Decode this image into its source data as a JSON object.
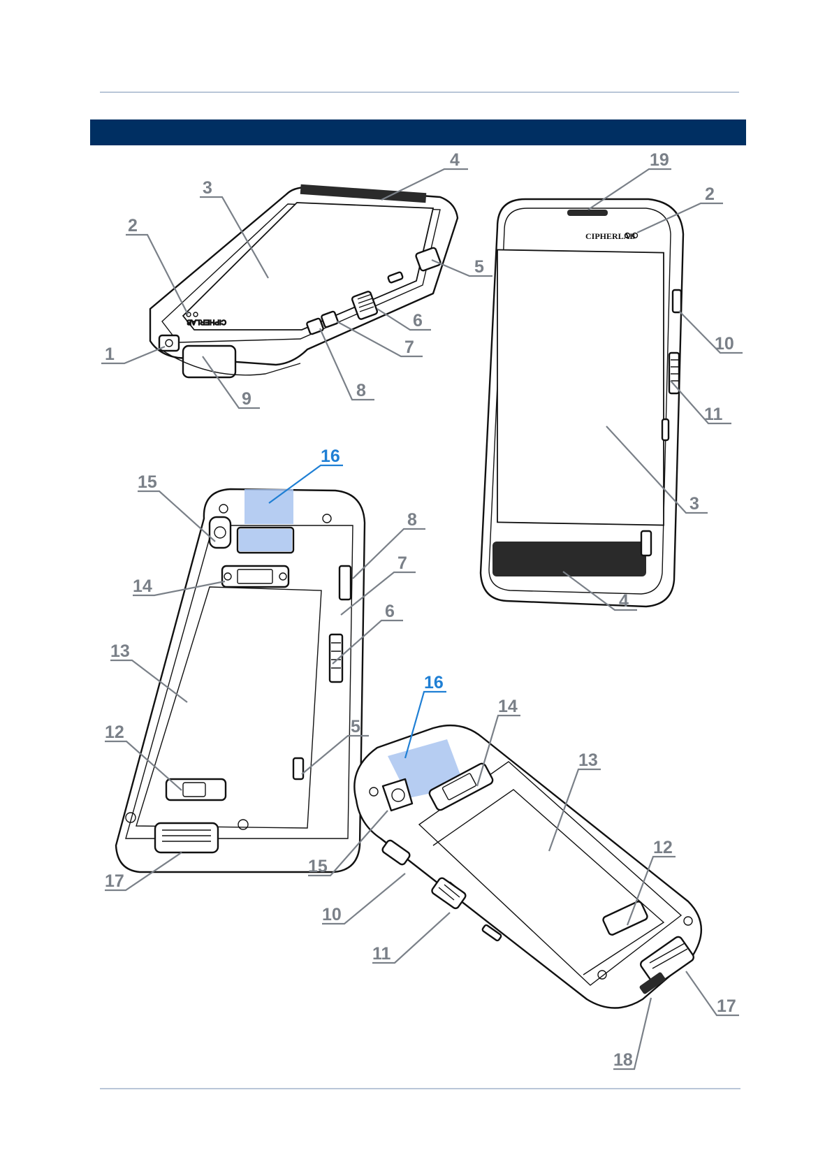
{
  "callouts": {
    "tl": [
      "1",
      "2",
      "3",
      "4",
      "5",
      "6",
      "7",
      "8",
      "9"
    ],
    "tr": [
      "19",
      "2",
      "10",
      "11",
      "3",
      "4"
    ],
    "bl": [
      "16",
      "15",
      "8",
      "14",
      "7",
      "6",
      "13",
      "12",
      "5",
      "17"
    ],
    "br": [
      "16",
      "14",
      "13",
      "15",
      "12",
      "10",
      "11",
      "17",
      "18"
    ]
  },
  "device_logo": "CIPHERLAB",
  "colors": {
    "banner": "#002f62",
    "rule": "#b9c6d8",
    "label_gray": "#7a8088",
    "label_highlight": "#1f7fd4",
    "highlight_area": "#a9c4f0"
  }
}
